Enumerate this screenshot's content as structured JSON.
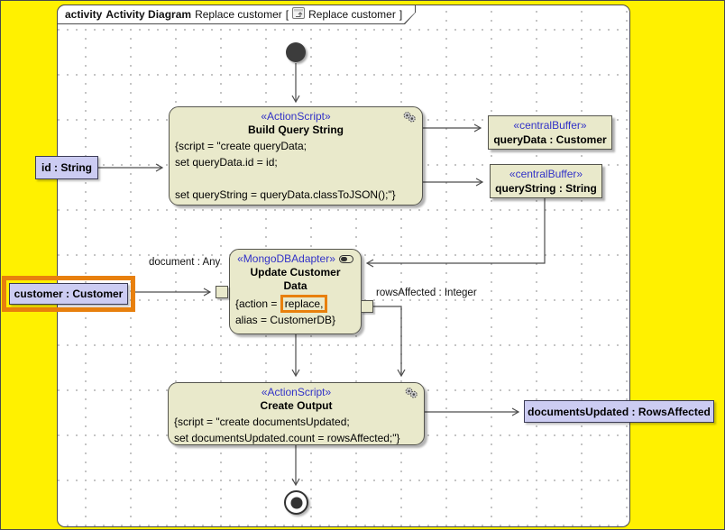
{
  "title_bar": {
    "kind": "activity",
    "diagram_type": "Activity Diagram",
    "diagram_name": "Replace customer",
    "open_bracket": "[",
    "content_name": "Replace customer",
    "close_bracket": "]"
  },
  "actions": {
    "build_query_string": {
      "stereotype": "«ActionScript»",
      "name": "Build Query String",
      "body": [
        "{script = \"create queryData;",
        "set queryData.id = id;",
        "",
        "set queryString = queryData.classToJSON();\"}"
      ]
    },
    "update_customer_data": {
      "stereotype": "«MongoDBAdapter»",
      "name": "Update Customer Data",
      "action_prefix": "{action = ",
      "action_value": "replace,",
      "alias_line": "alias = CustomerDB}"
    },
    "create_output": {
      "stereotype": "«ActionScript»",
      "name": "Create Output",
      "body": [
        "{script = \"create documentsUpdated;",
        "set documentsUpdated.count = rowsAffected;\"}"
      ]
    }
  },
  "central_buffers": [
    {
      "stereotype": "«centralBuffer»",
      "name": "queryData : Customer"
    },
    {
      "stereotype": "«centralBuffer»",
      "name": "queryString : String"
    }
  ],
  "object_nodes": {
    "id_param": "id : String",
    "customer_param": "customer : Customer",
    "documents_updated": "documentsUpdated : RowsAffected"
  },
  "edge_labels": {
    "document": "document : Any",
    "rows_affected": "rowsAffected : Integer"
  },
  "icons": {
    "title_diagram_icon": "activity-diagram-icon",
    "action_gears_icon": "behavior-gears-icon",
    "adapter_icon": "mongodb-adapter-icon"
  },
  "colors": {
    "canvas": "#fff100",
    "frame_bg": "#ffffff",
    "action_fill": "#e9e9cb",
    "object_fill": "#ccccf2",
    "stereotype": "#3232c8",
    "selection": "#e8800d",
    "edge": "#4d4d4d"
  }
}
